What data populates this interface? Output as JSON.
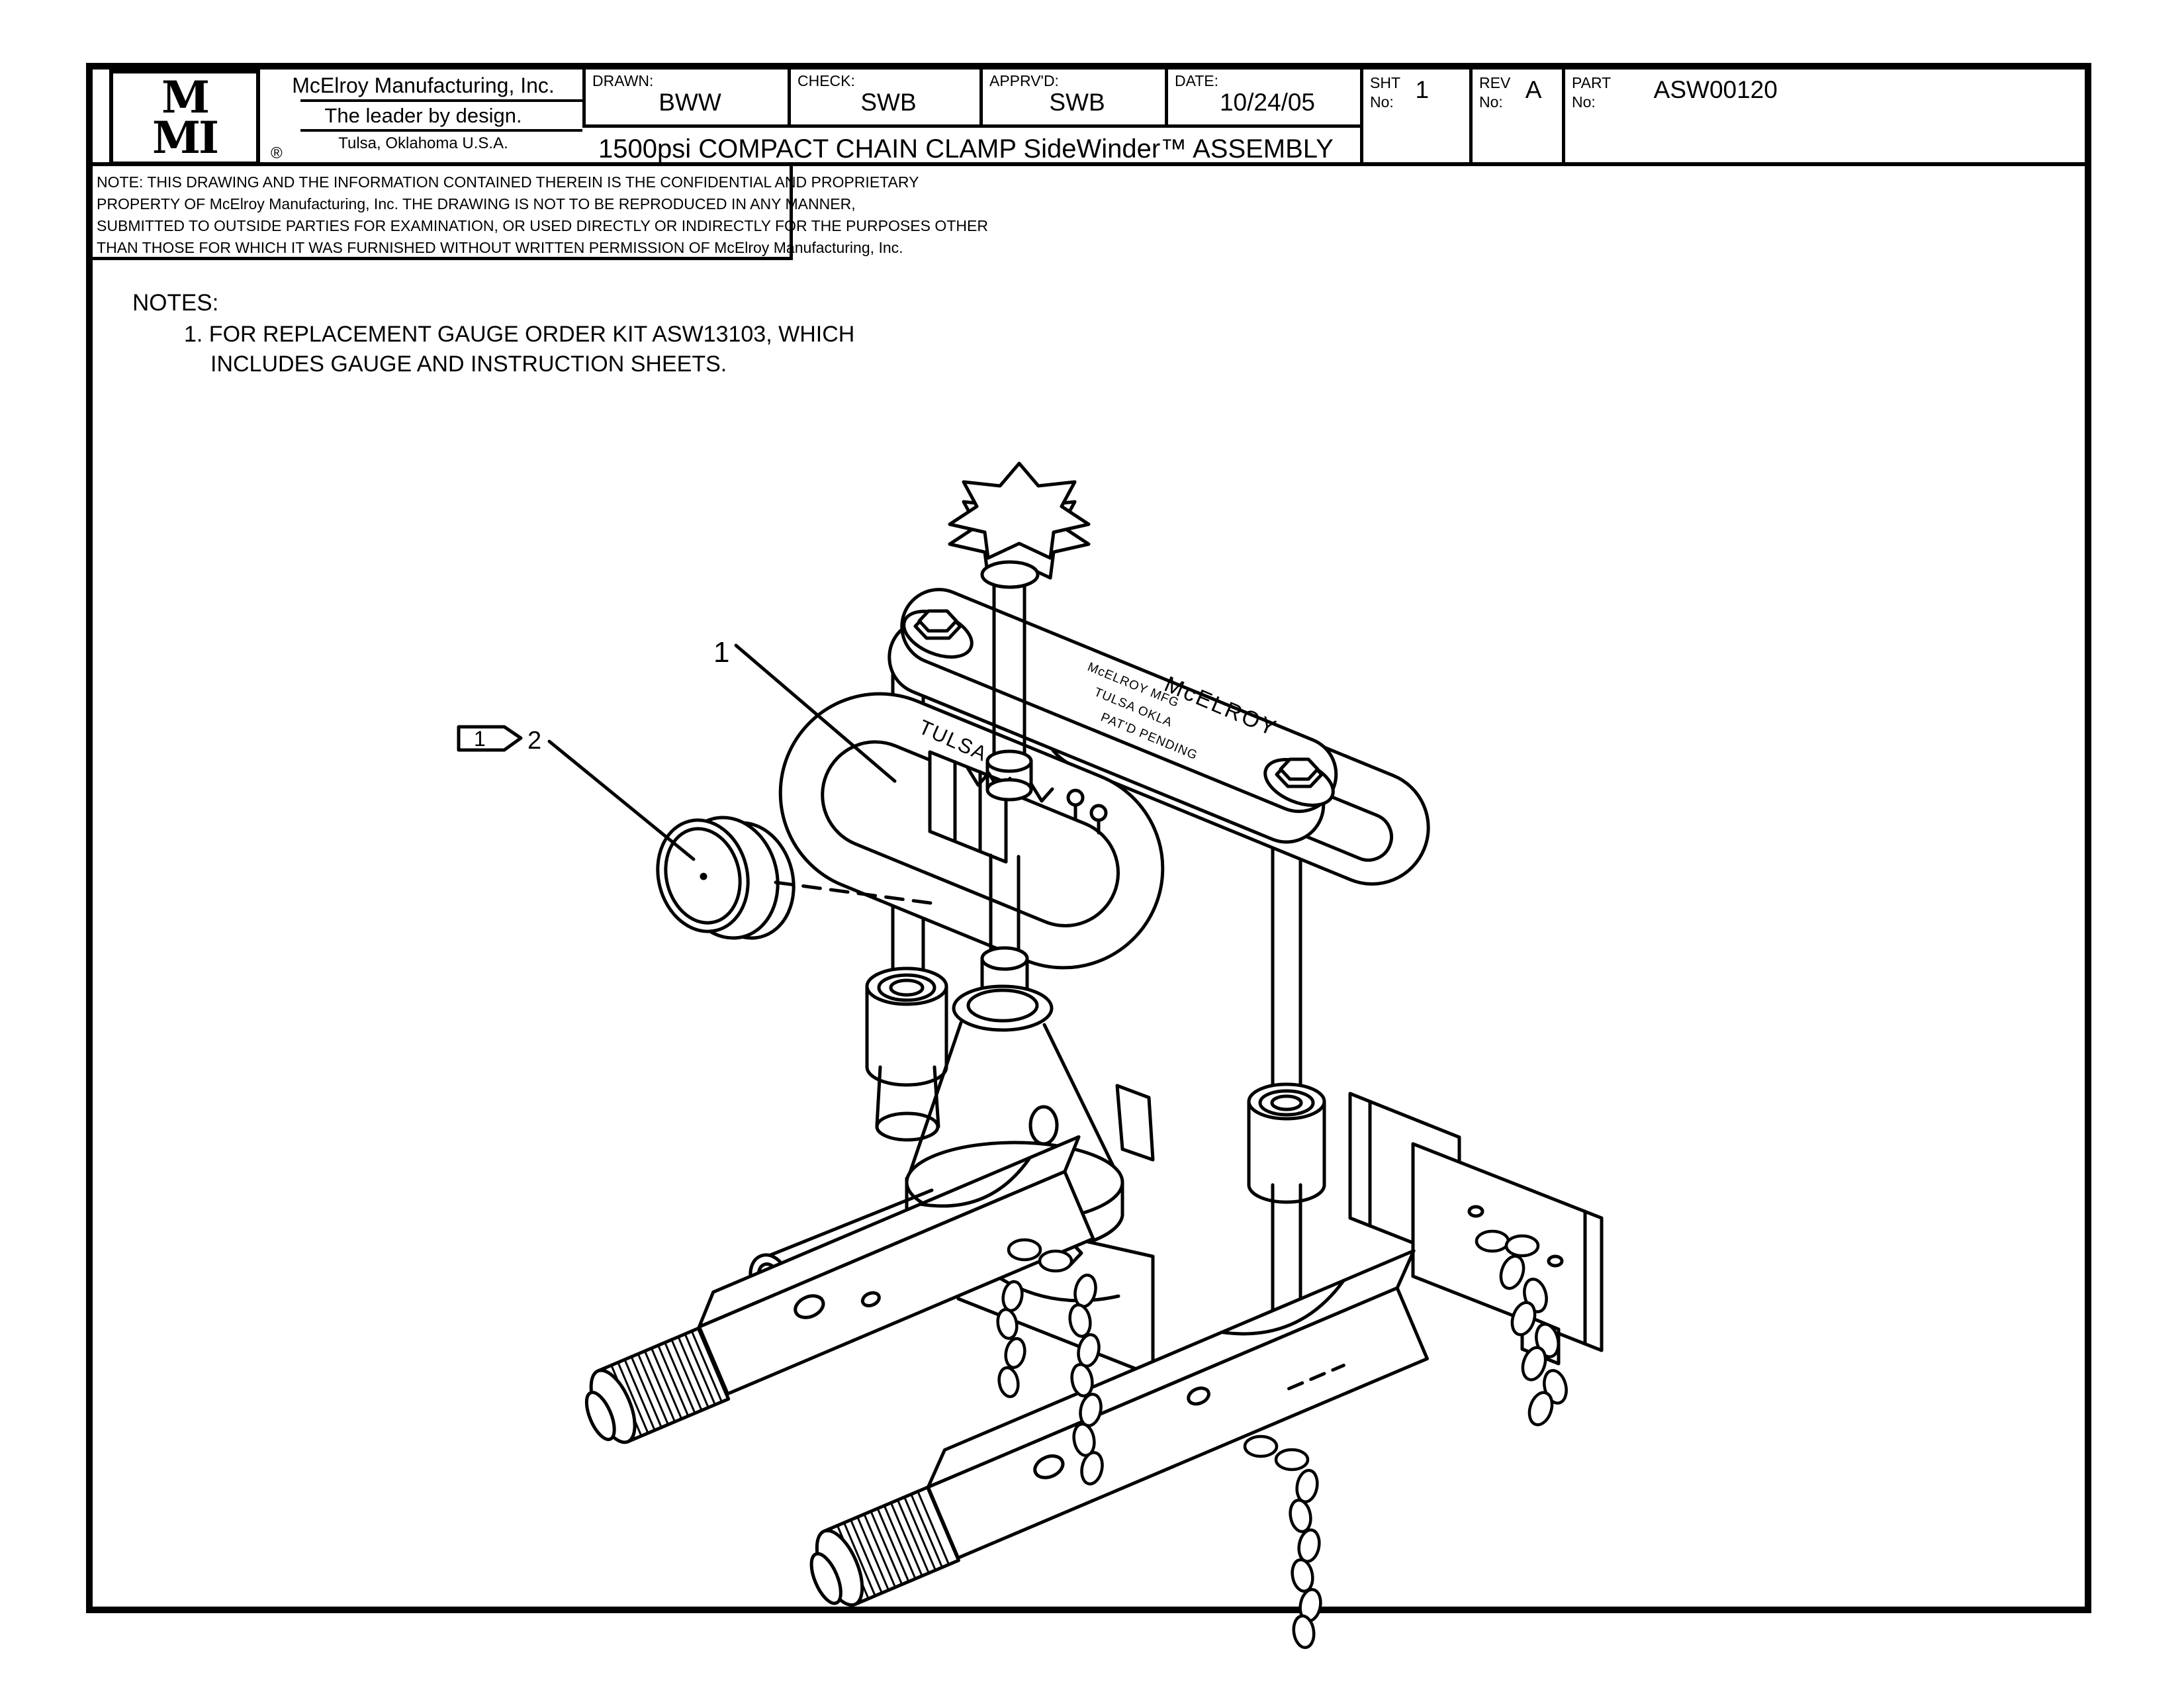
{
  "title_block": {
    "logo_line1": "M",
    "logo_line2": "MI",
    "company": "McElroy Manufacturing, Inc.",
    "tagline": "The leader by design.",
    "location": "Tulsa, Oklahoma U.S.A.",
    "registered_mark": "®",
    "drawn_label": "DRAWN:",
    "drawn_value": "BWW",
    "check_label": "CHECK:",
    "check_value": "SWB",
    "apprvd_label": "APPRV'D:",
    "apprvd_value": "SWB",
    "date_label": "DATE:",
    "date_value": "10/24/05",
    "sht_label": "SHT",
    "sht_no_label": "No:",
    "sht_value": "1",
    "rev_label": "REV",
    "rev_no_label": "No:",
    "rev_value": "A",
    "part_label": "PART",
    "part_no_label": "No:",
    "part_value": "ASW00120",
    "drawing_title": "1500psi COMPACT CHAIN CLAMP SideWinder™ ASSEMBLY"
  },
  "confidentiality_note": {
    "line1": "NOTE: THIS DRAWING AND THE INFORMATION CONTAINED THEREIN IS THE CONFIDENTIAL AND PROPRIETARY",
    "line2": "PROPERTY OF McElroy Manufacturing, Inc. THE DRAWING IS NOT TO BE REPRODUCED IN ANY MANNER,",
    "line3": "SUBMITTED TO OUTSIDE PARTIES FOR EXAMINATION, OR USED DIRECTLY OR INDIRECTLY FOR THE PURPOSES OTHER",
    "line4": "THAN THOSE FOR WHICH IT WAS FURNISHED WITHOUT WRITTEN PERMISSION OF McElroy Manufacturing, Inc."
  },
  "notes": {
    "heading": "NOTES:",
    "note1_line1": "1. FOR REPLACEMENT GAUGE ORDER KIT ASW13103, WHICH",
    "note1_line2": "INCLUDES GAUGE AND INSTRUCTION SHEETS."
  },
  "callouts": {
    "item1": "1",
    "flag_note": "1",
    "item2": "2"
  },
  "drawing_labels": {
    "handle_right": "McELROY",
    "handle_left": "TULSA",
    "engraving_line1": "McELROY MFG",
    "engraving_line2": "TULSA OKLA",
    "engraving_line3": "PAT'D PENDING"
  }
}
